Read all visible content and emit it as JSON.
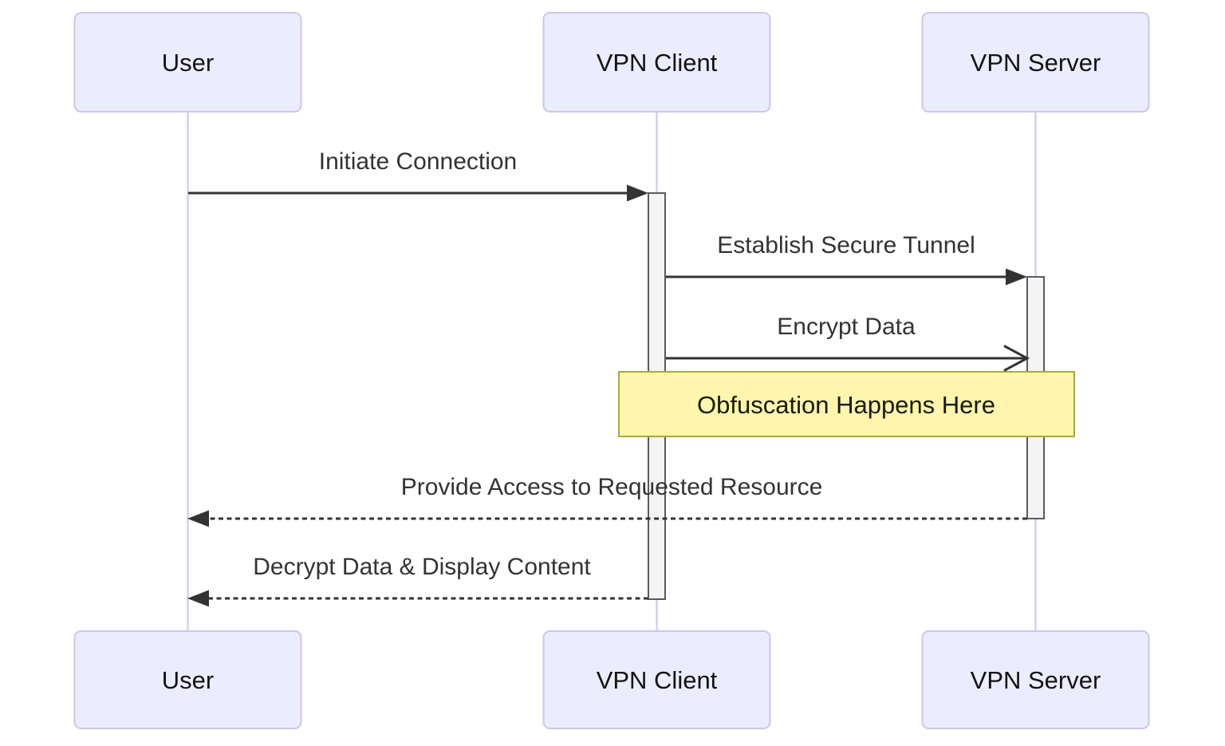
{
  "diagram": {
    "type": "sequence",
    "actors": [
      {
        "label": "User"
      },
      {
        "label": "VPN Client"
      },
      {
        "label": "VPN Server"
      }
    ],
    "messages": [
      {
        "from": "User",
        "to": "VPN Client",
        "label": "Initiate Connection",
        "line": "solid",
        "arrowhead": "filled"
      },
      {
        "from": "VPN Client",
        "to": "VPN Server",
        "label": "Establish Secure Tunnel",
        "line": "solid",
        "arrowhead": "filled"
      },
      {
        "from": "VPN Client",
        "to": "VPN Server",
        "label": "Encrypt Data",
        "line": "solid",
        "arrowhead": "open"
      },
      {
        "from": "VPN Server",
        "to": "User",
        "label": "Provide Access to Requested Resource",
        "line": "dashed",
        "arrowhead": "filled"
      },
      {
        "from": "VPN Client",
        "to": "User",
        "label": "Decrypt Data & Display Content",
        "line": "dashed",
        "arrowhead": "filled"
      }
    ],
    "note": {
      "label": "Obfuscation Happens Here",
      "over": "VPN Client, VPN Server"
    },
    "colors": {
      "actor_fill": "#ECECFF",
      "actor_border": "#CFC4E9",
      "lifeline": "#D6CEEF",
      "activation_fill": "#F4F4F4",
      "activation_border": "#5A5A5A",
      "note_fill": "#FFF5AD",
      "note_border": "#AAAA33",
      "message": "#333333",
      "background": "#FFFFFF"
    }
  }
}
